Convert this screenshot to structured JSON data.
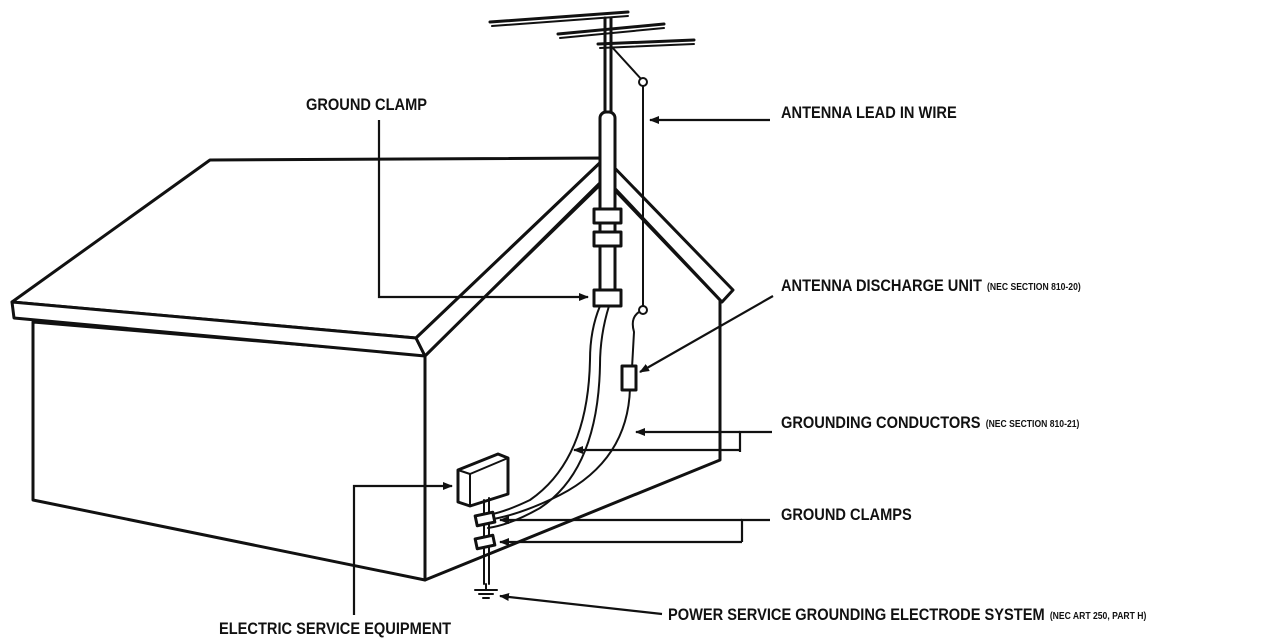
{
  "labels": {
    "ground_clamp": "GROUND CLAMP",
    "antenna_lead_in_wire": "ANTENNA LEAD IN WIRE",
    "antenna_discharge_unit": "ANTENNA DISCHARGE UNIT",
    "antenna_discharge_unit_note": "(NEC SECTION 810-20)",
    "grounding_conductors": "GROUNDING CONDUCTORS",
    "grounding_conductors_note": "(NEC SECTION 810-21)",
    "ground_clamps": "GROUND CLAMPS",
    "power_service_grounding": "POWER SERVICE GROUNDING ELECTRODE SYSTEM",
    "power_service_grounding_note": "(NEC ART 250, PART H)",
    "electric_service_equipment": "ELECTRIC SERVICE EQUIPMENT"
  },
  "colors": {
    "ink": "#111111",
    "background": "#ffffff"
  }
}
